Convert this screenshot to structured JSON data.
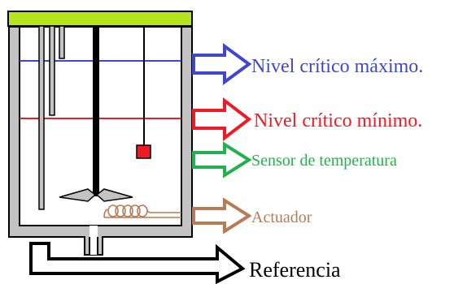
{
  "labels": {
    "max_level": "Nivel crítico máximo.",
    "min_level": "Nivel crítico mínimo.",
    "temp_sensor": "Sensor de temperatura",
    "actuator": "Actuador",
    "reference": "Referencia"
  },
  "colors": {
    "lid": "#b5e61d",
    "tank_wall": "#c3c3c3",
    "outline": "#000000",
    "max_level": "#3f48cc",
    "min_level": "#ed1c24",
    "temp_sensor": "#22b14c",
    "actuator": "#b97a57",
    "sensor_bulb": "#ed1c24",
    "impeller": "#c3c3c3",
    "reference": "#000000"
  },
  "icons": {
    "max_level": "arrow-right-outline-icon",
    "min_level": "arrow-right-outline-icon",
    "temp_sensor": "arrow-right-outline-icon",
    "actuator": "arrow-right-outline-icon",
    "reference": "bent-arrow-outline-icon"
  }
}
